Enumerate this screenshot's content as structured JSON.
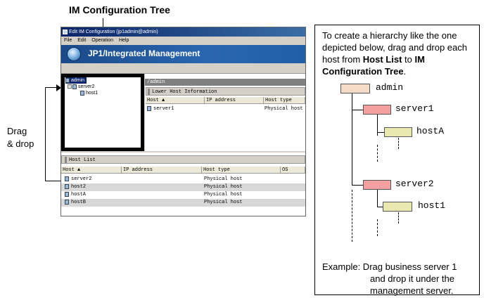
{
  "callout": {
    "title": "IM Configuration Tree",
    "drag_line1": "Drag",
    "drag_line2": "& drop"
  },
  "window": {
    "title": "Edit IM Configuration (jp1admin@admin)",
    "menu": [
      "File",
      "Edit",
      "Operation",
      "Help"
    ],
    "banner": "JP1/Integrated Management"
  },
  "tree": {
    "root": "admin",
    "child": "server2",
    "grandchild": "host1"
  },
  "detail": {
    "path": "/admin",
    "section": "Lower Host Information",
    "columns": [
      "Host",
      "IP address",
      "Host type"
    ],
    "rows": [
      {
        "host": "server1",
        "ip": "",
        "type": "Physical host"
      }
    ]
  },
  "hostlist": {
    "title": "Host List",
    "columns": [
      "Host",
      "IP address",
      "Host type",
      "OS"
    ],
    "rows": [
      {
        "host": "server2",
        "ip": "",
        "type": "Physical host"
      },
      {
        "host": "host2",
        "ip": "",
        "type": "Physical host"
      },
      {
        "host": "hostA",
        "ip": "",
        "type": "Physical host"
      },
      {
        "host": "hostB",
        "ip": "",
        "type": "Physical host"
      }
    ]
  },
  "info": {
    "intro_1": "To create a hierarchy like the one depicted below, drag and drop each host from ",
    "bold_1": "Host List",
    "intro_2": " to ",
    "bold_2": "IM Configuration Tree",
    "intro_3": ".",
    "diagram": {
      "admin": "admin",
      "server1": "server1",
      "hostA": "hostA",
      "server2": "server2",
      "host1": "host1"
    },
    "colors": {
      "admin": "#f5dcc8",
      "server": "#f4a0a0",
      "host": "#e8e8b0"
    },
    "example_1": "Example: Drag business server 1",
    "example_2": "and drop it under the",
    "example_3": "management server."
  }
}
